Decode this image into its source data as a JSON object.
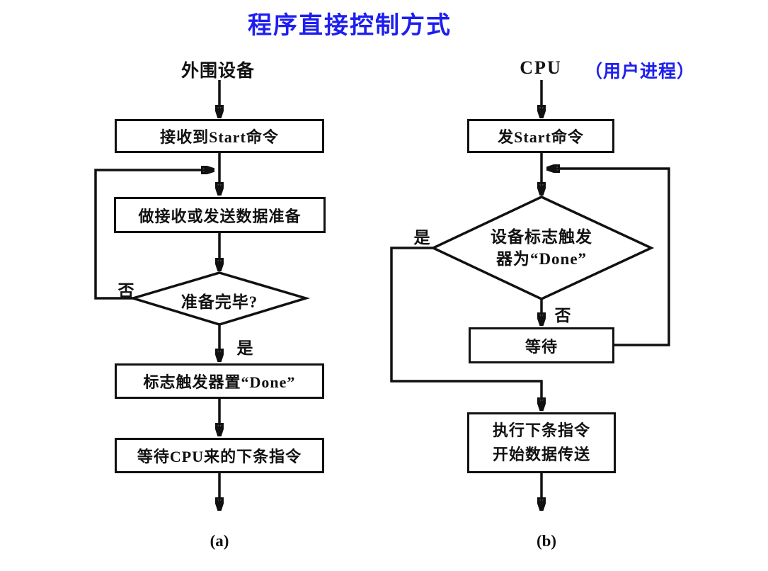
{
  "title": {
    "text": "程序直接控制方式",
    "color": "#1e1ef0"
  },
  "colors": {
    "accent_blue": "#1e1ef0",
    "line_black": "#111111",
    "background": "#ffffff"
  },
  "chart_a": {
    "header": "外围设备",
    "boxes": [
      {
        "label": "接收到Start命令"
      },
      {
        "label": "做接收或发送数据准备"
      },
      {
        "label": "标志触发器置“Done”"
      },
      {
        "label": "等待CPU来的下条指令"
      }
    ],
    "decision": {
      "label": "准备完毕?"
    },
    "branch_no": "否",
    "branch_yes": "是",
    "caption": "(a)"
  },
  "chart_b": {
    "header_cpu": "CPU",
    "header_process": "（用户进程）",
    "boxes": [
      {
        "label": "发Start命令"
      },
      {
        "label": "等待"
      },
      {
        "label_line1": "执行下条指令",
        "label_line2": "开始数据传送"
      }
    ],
    "decision": {
      "line1": "设备标志触发",
      "line2": "器为“Done”"
    },
    "branch_yes": "是",
    "branch_no": "否",
    "caption": "(b)"
  }
}
